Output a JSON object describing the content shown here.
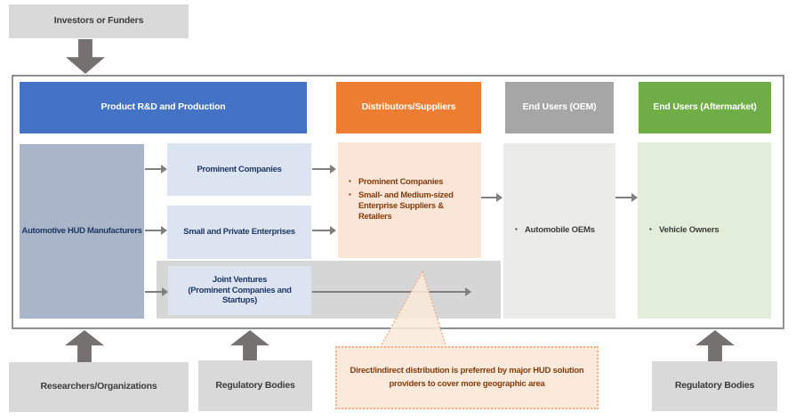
{
  "external_boxes": {
    "investors": "Investors or Funders",
    "researchers": "Researchers/Organizations",
    "regulatory_left": "Regulatory Bodies",
    "regulatory_right": "Regulatory Bodies"
  },
  "headers": {
    "rd": "Product R&D and Production",
    "distributors": "Distributors/Suppliers",
    "oem": "End Users (OEM)",
    "aftermarket": "End Users (Aftermarket)"
  },
  "rd_column": {
    "manufacturers": "Automotive HUD Manufacturers",
    "prominent": "Prominent Companies",
    "small_private": "Small and Private Enterprises",
    "jv_line1": "Joint Ventures",
    "jv_line2": "(Prominent Companies and Startups)"
  },
  "distributors_column": {
    "bullets": [
      "Prominent Companies",
      "Small- and Medium-sized Enterprise Suppliers & Retailers"
    ]
  },
  "oem_column": {
    "bullets": [
      "Automobile OEMs"
    ]
  },
  "aftermarket_column": {
    "bullets": [
      "Vehicle Owners"
    ]
  },
  "callout": {
    "text": "Direct/indirect distribution is preferred by major HUD solution providers to cover more geographic area"
  },
  "colors": {
    "header_rd": "#4472C4",
    "header_distributors": "#ED7D31",
    "header_oem": "#A6A6A6",
    "header_aftermarket": "#70AD47",
    "manufacturers_fill": "#A9B5C8",
    "light_blue_fill": "#DCE4F2",
    "jv_band_fill": "#D6D6D6",
    "distributors_fill": "#FBE5D6",
    "oem_fill": "#EBEBEA",
    "aftermarket_fill": "#E2EDDA",
    "external_fill": "#D9D9D9",
    "callout_text": "#843C0C",
    "arrow_gray": "#7F7F7F"
  }
}
